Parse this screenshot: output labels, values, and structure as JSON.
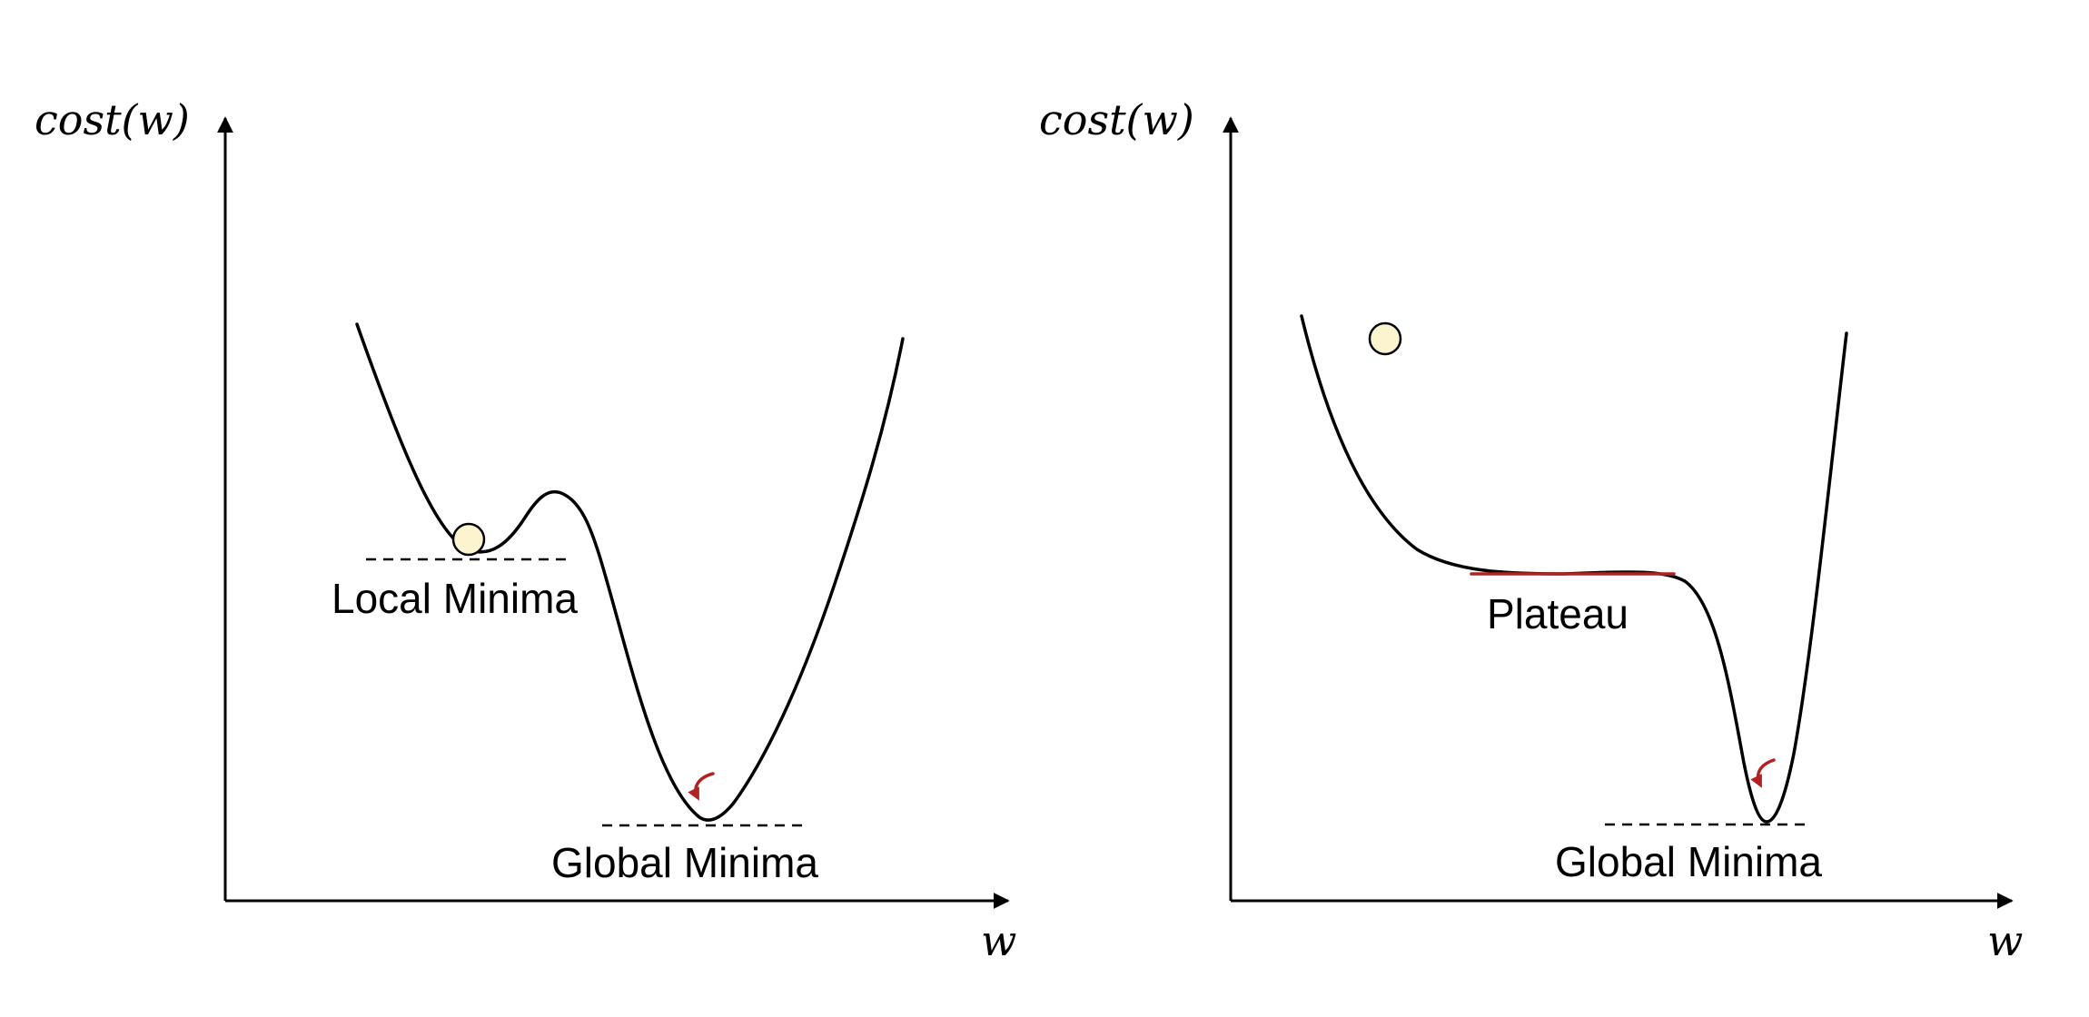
{
  "colors": {
    "ball_fill": "#fcf3cf",
    "highlight": "#b22222",
    "line": "#000000"
  },
  "panels": [
    {
      "y_axis_label": "cost(w)",
      "x_axis_label": "w",
      "annotations": [
        "Local Minima",
        "Global Minima"
      ]
    },
    {
      "y_axis_label": "cost(w)",
      "x_axis_label": "w",
      "annotations": [
        "Plateau",
        "Global Minima"
      ]
    }
  ]
}
